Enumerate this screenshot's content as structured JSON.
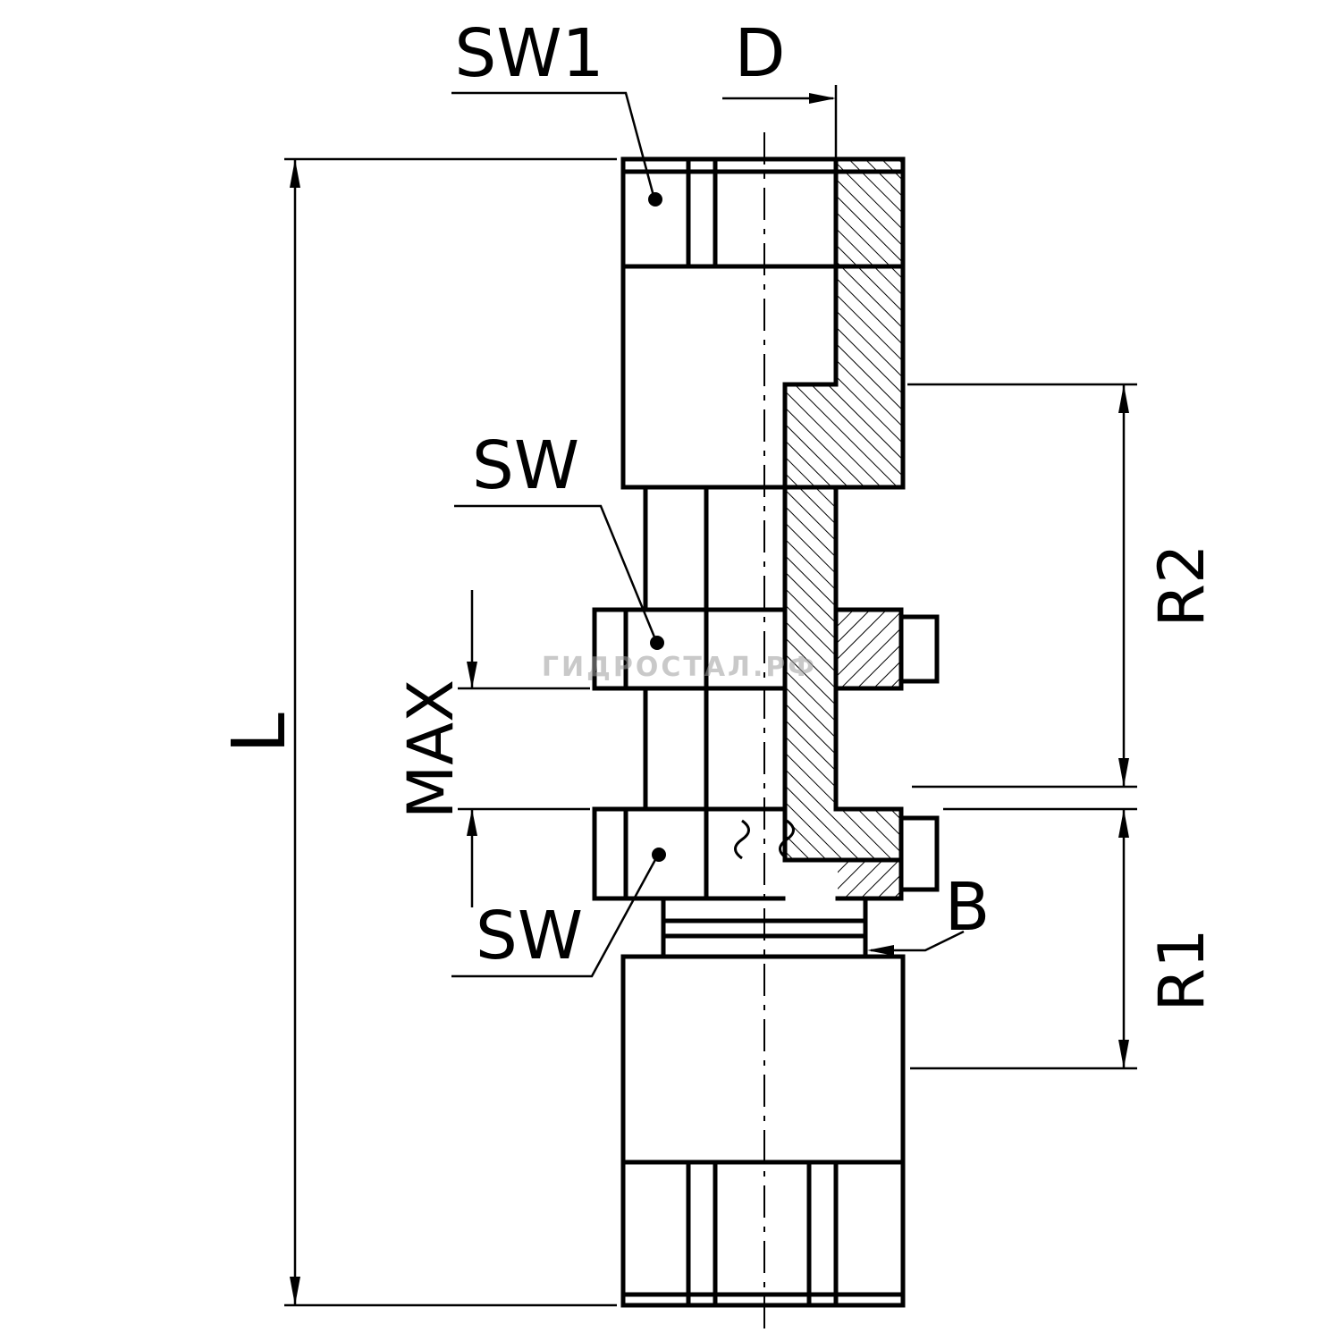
{
  "drawing": {
    "type": "technical-section-drawing",
    "subject": "bulkhead-fitting",
    "labels": {
      "sw1": "SW1",
      "d": "D",
      "sw_middle": "SW",
      "max": "MAX",
      "l": "L",
      "sw_lower": "SW",
      "b": "B",
      "r2": "R2",
      "r1": "R1"
    },
    "watermark": "ГИДРОСТАЛ.РФ",
    "colors": {
      "line": "#000000",
      "background": "#ffffff",
      "watermark": "#9e9e9e"
    }
  }
}
